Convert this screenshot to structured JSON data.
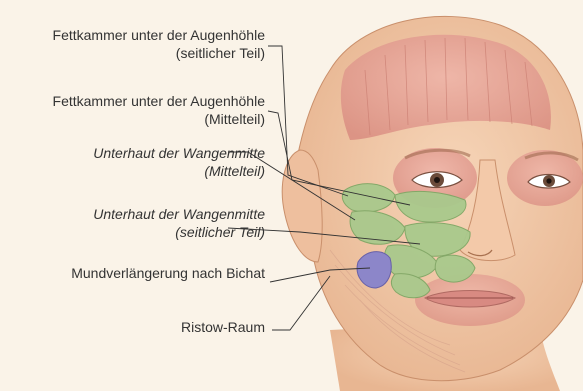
{
  "labels": [
    {
      "line1": "Fettkammer unter der Augenhöhle",
      "line2": "(seitlicher Teil)",
      "italic": false
    },
    {
      "line1": "Fettkammer unter der Augenhöhle",
      "line2": "(Mittelteil)",
      "italic": false
    },
    {
      "line1": "Unterhaut der Wangenmitte",
      "line2": "(Mittelteil)",
      "italic": true
    },
    {
      "line1": "Unterhaut der Wangenmitte",
      "line2": "(seitlicher Teil)",
      "italic": true
    },
    {
      "line1": "Mundverlängerung nach Bichat",
      "line2": "",
      "italic": false
    },
    {
      "line1": "Ristow-Raum",
      "line2": "",
      "italic": false
    }
  ],
  "colors": {
    "background": "#faf3e8",
    "skin": "#f2c9a8",
    "muscle": "#e7a49a",
    "fat_pad": "#a9c98c",
    "bichat_pad": "#8c86c9",
    "line": "#333333"
  }
}
